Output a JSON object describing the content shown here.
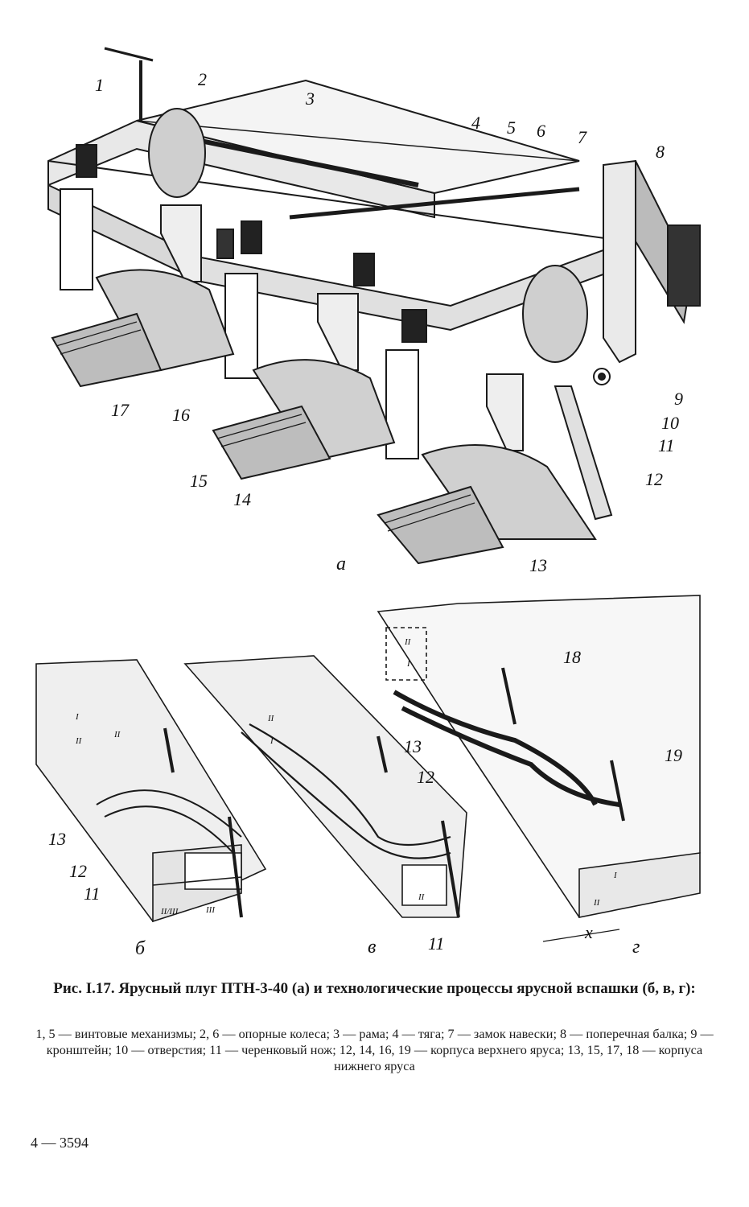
{
  "figure": {
    "callouts_a": [
      "1",
      "2",
      "3",
      "4",
      "5",
      "6",
      "7",
      "8",
      "9",
      "10",
      "11",
      "12",
      "13",
      "14",
      "15",
      "16",
      "17"
    ],
    "callouts_b": [
      "13",
      "12",
      "11"
    ],
    "callouts_v": [
      "13",
      "12",
      "11"
    ],
    "callouts_g": [
      "18",
      "19"
    ],
    "layer_marks_b": [
      "I",
      "II",
      "II",
      "II/III",
      "III"
    ],
    "layer_marks_v": [
      "II",
      "I",
      "II"
    ],
    "layer_marks_g": [
      "II",
      "I",
      "I",
      "II"
    ],
    "width_mark": "x",
    "sub_a": "а",
    "sub_b": "б",
    "sub_v": "в",
    "sub_g": "г"
  },
  "caption": {
    "title": "Рис. I.17. Ярусный плуг ПТН-3-40 (а) и технологические процессы ярусной вспашки (б, в, г):",
    "legend": "1, 5 — винтовые механизмы; 2, 6 — опорные колеса; 3 — рама; 4 — тяга; 7 — замок навески; 8 — поперечная балка; 9 — кронштейн; 10 — отверстия; 11 — черенковый нож; 12, 14, 16, 19 — корпуса верхнего яруса; 13, 15, 17, 18 — корпуса нижнего яруса"
  },
  "page_number": "4 — 3594"
}
